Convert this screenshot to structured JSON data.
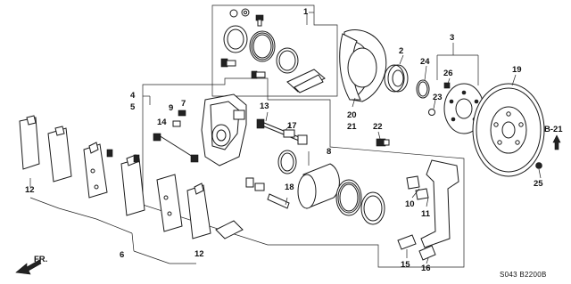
{
  "labels": [
    {
      "id": "p1",
      "text": "1"
    },
    {
      "id": "p2",
      "text": "2"
    },
    {
      "id": "p3",
      "text": "3"
    },
    {
      "id": "p4",
      "text": "4"
    },
    {
      "id": "p5",
      "text": "5"
    },
    {
      "id": "p6",
      "text": "6"
    },
    {
      "id": "p7",
      "text": "7"
    },
    {
      "id": "p8",
      "text": "8"
    },
    {
      "id": "p9",
      "text": "9"
    },
    {
      "id": "p10",
      "text": "10"
    },
    {
      "id": "p11",
      "text": "11"
    },
    {
      "id": "p12a",
      "text": "12"
    },
    {
      "id": "p12b",
      "text": "12"
    },
    {
      "id": "p13",
      "text": "13"
    },
    {
      "id": "p14",
      "text": "14"
    },
    {
      "id": "p15",
      "text": "15"
    },
    {
      "id": "p16",
      "text": "16"
    },
    {
      "id": "p17",
      "text": "17"
    },
    {
      "id": "p18",
      "text": "18"
    },
    {
      "id": "p19",
      "text": "19"
    },
    {
      "id": "p20",
      "text": "20"
    },
    {
      "id": "p21",
      "text": "21"
    },
    {
      "id": "p22",
      "text": "22"
    },
    {
      "id": "p23",
      "text": "23"
    },
    {
      "id": "p24",
      "text": "24"
    },
    {
      "id": "p25",
      "text": "25"
    },
    {
      "id": "p26",
      "text": "26"
    }
  ],
  "ref_label": "B-21",
  "front_label": "FR.",
  "diagram_code": "S043 B2200B"
}
